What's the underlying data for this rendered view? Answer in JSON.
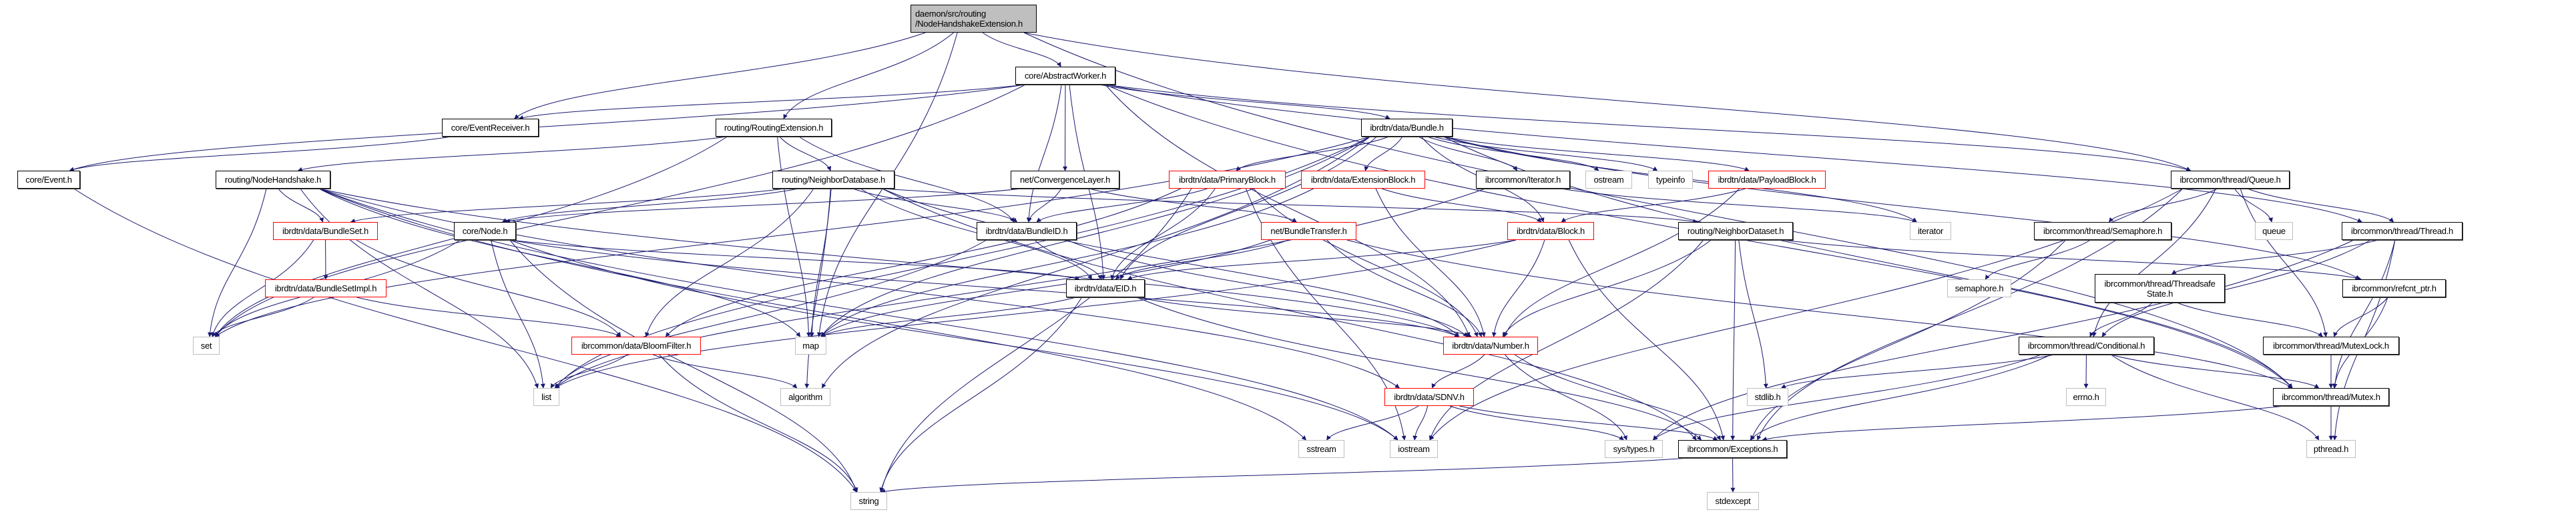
{
  "graph": {
    "edge_color": "#191970",
    "nodes": [
      {
        "id": "root",
        "label": "daemon/src/routing\n/NodeHandshakeExtension.h",
        "style": "root"
      },
      {
        "id": "aw",
        "label": "core/AbstractWorker.h",
        "style": "black"
      },
      {
        "id": "er",
        "label": "core/EventReceiver.h",
        "style": "black"
      },
      {
        "id": "re",
        "label": "routing/RoutingExtension.h",
        "style": "black"
      },
      {
        "id": "bundle",
        "label": "ibrdtn/data/Bundle.h",
        "style": "black"
      },
      {
        "id": "ev",
        "label": "core/Event.h",
        "style": "black"
      },
      {
        "id": "nh",
        "label": "routing/NodeHandshake.h",
        "style": "black"
      },
      {
        "id": "ndb",
        "label": "routing/NeighborDatabase.h",
        "style": "black"
      },
      {
        "id": "cl",
        "label": "net/ConvergenceLayer.h",
        "style": "black"
      },
      {
        "id": "pb",
        "label": "ibrdtn/data/PrimaryBlock.h",
        "style": "red"
      },
      {
        "id": "eb",
        "label": "ibrdtn/data/ExtensionBlock.h",
        "style": "red"
      },
      {
        "id": "iter",
        "label": "ibrcommon/Iterator.h",
        "style": "black"
      },
      {
        "id": "ostream",
        "label": "ostream",
        "style": "gray"
      },
      {
        "id": "typeinfo",
        "label": "typeinfo",
        "style": "gray"
      },
      {
        "id": "payload",
        "label": "ibrdtn/data/PayloadBlock.h",
        "style": "red"
      },
      {
        "id": "queue_h",
        "label": "ibrcommon/thread/Queue.h",
        "style": "black"
      },
      {
        "id": "bset",
        "label": "ibrdtn/data/BundleSet.h",
        "style": "red"
      },
      {
        "id": "node",
        "label": "core/Node.h",
        "style": "black"
      },
      {
        "id": "bid",
        "label": "ibrdtn/data/BundleID.h",
        "style": "black"
      },
      {
        "id": "bt",
        "label": "net/BundleTransfer.h",
        "style": "red"
      },
      {
        "id": "block",
        "label": "ibrdtn/data/Block.h",
        "style": "red"
      },
      {
        "id": "nds",
        "label": "routing/NeighborDataset.h",
        "style": "black"
      },
      {
        "id": "iterator",
        "label": "iterator",
        "style": "gray"
      },
      {
        "id": "sem",
        "label": "ibrcommon/thread/Semaphore.h",
        "style": "black"
      },
      {
        "id": "queue",
        "label": "queue",
        "style": "gray"
      },
      {
        "id": "thread",
        "label": "ibrcommon/thread/Thread.h",
        "style": "black"
      },
      {
        "id": "bsimpl",
        "label": "ibrdtn/data/BundleSetImpl.h",
        "style": "red"
      },
      {
        "id": "eid",
        "label": "ibrdtn/data/EID.h",
        "style": "black"
      },
      {
        "id": "semh",
        "label": "semaphore.h",
        "style": "gray"
      },
      {
        "id": "tss",
        "label": "ibrcommon/thread/Threadsafe\nState.h",
        "style": "black"
      },
      {
        "id": "refcnt",
        "label": "ibrcommon/refcnt_ptr.h",
        "style": "black"
      },
      {
        "id": "set",
        "label": "set",
        "style": "gray"
      },
      {
        "id": "bloom",
        "label": "ibrcommon/data/BloomFilter.h",
        "style": "red"
      },
      {
        "id": "map",
        "label": "map",
        "style": "gray"
      },
      {
        "id": "number",
        "label": "ibrdtn/data/Number.h",
        "style": "red"
      },
      {
        "id": "cond",
        "label": "ibrcommon/thread/Conditional.h",
        "style": "black"
      },
      {
        "id": "mlock",
        "label": "ibrcommon/thread/MutexLock.h",
        "style": "black"
      },
      {
        "id": "list",
        "label": "list",
        "style": "gray"
      },
      {
        "id": "algorithm",
        "label": "algorithm",
        "style": "gray"
      },
      {
        "id": "sdnv",
        "label": "ibrdtn/data/SDNV.h",
        "style": "red"
      },
      {
        "id": "stdlib",
        "label": "stdlib.h",
        "style": "gray"
      },
      {
        "id": "errno",
        "label": "errno.h",
        "style": "gray"
      },
      {
        "id": "mutex",
        "label": "ibrcommon/thread/Mutex.h",
        "style": "black"
      },
      {
        "id": "sstream",
        "label": "sstream",
        "style": "gray"
      },
      {
        "id": "iostream",
        "label": "iostream",
        "style": "gray"
      },
      {
        "id": "systypes",
        "label": "sys/types.h",
        "style": "gray"
      },
      {
        "id": "exc",
        "label": "ibrcommon/Exceptions.h",
        "style": "black"
      },
      {
        "id": "pthread",
        "label": "pthread.h",
        "style": "gray"
      },
      {
        "id": "string",
        "label": "string",
        "style": "gray"
      },
      {
        "id": "stdexcept",
        "label": "stdexcept",
        "style": "gray"
      }
    ],
    "edges": [
      [
        "root",
        "er"
      ],
      [
        "root",
        "aw"
      ],
      [
        "root",
        "re"
      ],
      [
        "root",
        "queue_h"
      ],
      [
        "root",
        "mutex"
      ],
      [
        "root",
        "map"
      ],
      [
        "aw",
        "er"
      ],
      [
        "aw",
        "ev"
      ],
      [
        "aw",
        "bundle"
      ],
      [
        "aw",
        "cl"
      ],
      [
        "aw",
        "bid"
      ],
      [
        "aw",
        "eid"
      ],
      [
        "aw",
        "queue_h"
      ],
      [
        "aw",
        "thread"
      ],
      [
        "aw",
        "mutex"
      ],
      [
        "aw",
        "set"
      ],
      [
        "aw",
        "number"
      ],
      [
        "er",
        "ev"
      ],
      [
        "ev",
        "string"
      ],
      [
        "re",
        "nh"
      ],
      [
        "re",
        "ndb"
      ],
      [
        "re",
        "set"
      ],
      [
        "re",
        "bid"
      ],
      [
        "re",
        "map"
      ],
      [
        "nh",
        "bset"
      ],
      [
        "nh",
        "set"
      ],
      [
        "nh",
        "list"
      ],
      [
        "nh",
        "map"
      ],
      [
        "nh",
        "iostream"
      ],
      [
        "nh",
        "sstream"
      ],
      [
        "nh",
        "sdnv"
      ],
      [
        "nh",
        "number"
      ],
      [
        "bset",
        "bsimpl"
      ],
      [
        "bset",
        "set"
      ],
      [
        "bset",
        "bloom"
      ],
      [
        "bsimpl",
        "set"
      ],
      [
        "bsimpl",
        "bloom"
      ],
      [
        "bloom",
        "list"
      ],
      [
        "bloom",
        "algorithm"
      ],
      [
        "bloom",
        "string"
      ],
      [
        "node",
        "set"
      ],
      [
        "node",
        "list"
      ],
      [
        "node",
        "string"
      ],
      [
        "node",
        "iostream"
      ],
      [
        "node",
        "eid"
      ],
      [
        "node",
        "number"
      ],
      [
        "ndb",
        "bset"
      ],
      [
        "ndb",
        "node"
      ],
      [
        "ndb",
        "bid"
      ],
      [
        "ndb",
        "eid"
      ],
      [
        "ndb",
        "map"
      ],
      [
        "ndb",
        "algorithm"
      ],
      [
        "ndb",
        "bloom"
      ],
      [
        "ndb",
        "exc"
      ],
      [
        "ndb",
        "number"
      ],
      [
        "ndb",
        "nds"
      ],
      [
        "cl",
        "bid"
      ],
      [
        "cl",
        "bt"
      ],
      [
        "cl",
        "node"
      ],
      [
        "bundle",
        "pb"
      ],
      [
        "bundle",
        "eb"
      ],
      [
        "bundle",
        "iter"
      ],
      [
        "bundle",
        "ostream"
      ],
      [
        "bundle",
        "typeinfo"
      ],
      [
        "bundle",
        "payload"
      ],
      [
        "bundle",
        "block"
      ],
      [
        "bundle",
        "eid"
      ],
      [
        "bundle",
        "list"
      ],
      [
        "bundle",
        "set"
      ],
      [
        "bundle",
        "map"
      ],
      [
        "bundle",
        "algorithm"
      ],
      [
        "bundle",
        "iterator"
      ],
      [
        "bundle",
        "refcnt"
      ],
      [
        "bundle",
        "mutex"
      ],
      [
        "pb",
        "bid"
      ],
      [
        "pb",
        "eid"
      ],
      [
        "pb",
        "number"
      ],
      [
        "pb",
        "iostream"
      ],
      [
        "pb",
        "string"
      ],
      [
        "pb",
        "bloom"
      ],
      [
        "eb",
        "block"
      ],
      [
        "eb",
        "number"
      ],
      [
        "eb",
        "map"
      ],
      [
        "iter",
        "iterator"
      ],
      [
        "iter",
        "list"
      ],
      [
        "payload",
        "block"
      ],
      [
        "payload",
        "number"
      ],
      [
        "bid",
        "eid"
      ],
      [
        "bid",
        "number"
      ],
      [
        "bid",
        "list"
      ],
      [
        "bt",
        "eid"
      ],
      [
        "bt",
        "number"
      ],
      [
        "bt",
        "map"
      ],
      [
        "bt",
        "mutex"
      ],
      [
        "block",
        "eid"
      ],
      [
        "block",
        "number"
      ],
      [
        "block",
        "exc"
      ],
      [
        "block",
        "list"
      ],
      [
        "nds",
        "number"
      ],
      [
        "nds",
        "iostream"
      ],
      [
        "nds",
        "stdlib"
      ],
      [
        "nds",
        "exc"
      ],
      [
        "nds",
        "refcnt"
      ],
      [
        "eid",
        "string"
      ],
      [
        "eid",
        "map"
      ],
      [
        "eid",
        "number"
      ],
      [
        "eid",
        "exc"
      ],
      [
        "number",
        "sdnv"
      ],
      [
        "number",
        "systypes"
      ],
      [
        "number",
        "exc"
      ],
      [
        "sdnv",
        "sstream"
      ],
      [
        "sdnv",
        "iostream"
      ],
      [
        "sdnv",
        "systypes"
      ],
      [
        "sdnv",
        "exc"
      ],
      [
        "exc",
        "stdexcept"
      ],
      [
        "exc",
        "string"
      ],
      [
        "queue_h",
        "sem"
      ],
      [
        "queue_h",
        "queue"
      ],
      [
        "queue_h",
        "thread"
      ],
      [
        "queue_h",
        "cond"
      ],
      [
        "queue_h",
        "mlock"
      ],
      [
        "queue_h",
        "exc"
      ],
      [
        "queue_h",
        "iostream"
      ],
      [
        "sem",
        "semh"
      ],
      [
        "sem",
        "exc"
      ],
      [
        "thread",
        "tss"
      ],
      [
        "thread",
        "cond"
      ],
      [
        "thread",
        "mutex"
      ],
      [
        "thread",
        "pthread"
      ],
      [
        "thread",
        "systypes"
      ],
      [
        "tss",
        "cond"
      ],
      [
        "tss",
        "mlock"
      ],
      [
        "refcnt",
        "mlock"
      ],
      [
        "refcnt",
        "mutex"
      ],
      [
        "cond",
        "mutex"
      ],
      [
        "cond",
        "errno"
      ],
      [
        "cond",
        "stdlib"
      ],
      [
        "cond",
        "pthread"
      ],
      [
        "cond",
        "exc"
      ],
      [
        "cond",
        "systypes"
      ],
      [
        "mlock",
        "mutex"
      ],
      [
        "mutex",
        "pthread"
      ],
      [
        "mutex",
        "exc"
      ]
    ]
  }
}
